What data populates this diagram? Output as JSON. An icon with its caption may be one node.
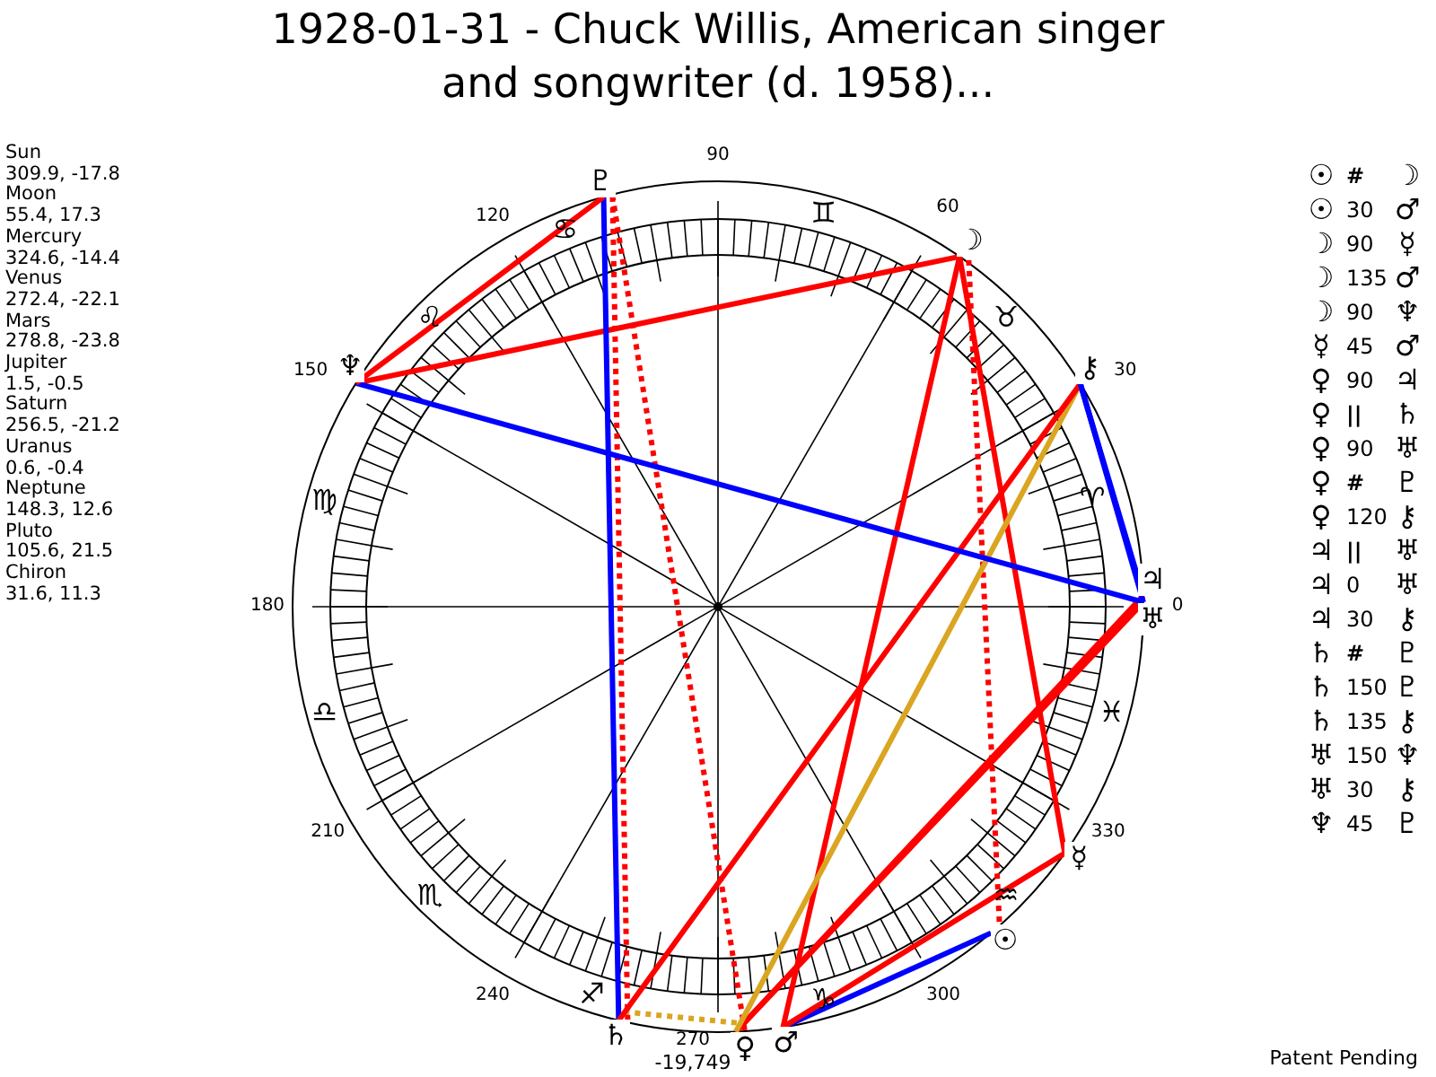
{
  "diagram": {
    "title": "1928-01-31 - Chuck Willis, American singer and songwriter (d. 1958)...",
    "nodes": [
      {
        "text": [
          "☉"
        ]
      },
      {
        "text": [
          "☽"
        ]
      },
      {
        "text": [
          "☿"
        ]
      },
      {
        "text": [
          "♀"
        ]
      },
      {
        "text": [
          "♂"
        ]
      },
      {
        "text": [
          "♃"
        ]
      },
      {
        "text": [
          "♄"
        ]
      },
      {
        "text": [
          "♅"
        ]
      },
      {
        "text": [
          "♆"
        ]
      },
      {
        "text": [
          "♇"
        ]
      },
      {
        "text": [
          "⚷"
        ]
      }
    ],
    "edges": [
      {
        "from": 0,
        "to": 1,
        "arrow": "none",
        "style": "dashed"
      },
      {
        "from": 0,
        "to": 4,
        "arrow": "none",
        "color": "#0000ff"
      },
      {
        "from": 1,
        "to": 2,
        "arrow": "none"
      },
      {
        "from": 1,
        "to": 4,
        "arrow": "none"
      },
      {
        "from": 1,
        "to": 8,
        "arrow": "none"
      },
      {
        "from": 2,
        "to": 4,
        "arrow": "none"
      },
      {
        "from": 3,
        "to": 5,
        "arrow": "none"
      },
      {
        "from": 3,
        "to": 6,
        "arrow": "none",
        "style": "dashed",
        "color": "#daa520"
      },
      {
        "from": 3,
        "to": 7,
        "arrow": "none"
      },
      {
        "from": 3,
        "to": 9,
        "arrow": "none",
        "style": "dashed"
      },
      {
        "from": 3,
        "to": 10,
        "arrow": "none",
        "color": "#daa520"
      },
      {
        "from": 5,
        "to": 10,
        "arrow": "none",
        "color": "#0000ff"
      },
      {
        "from": 6,
        "to": 9,
        "arrow": "none",
        "style": "dashed"
      },
      {
        "from": 6,
        "to": 9,
        "arrow": "none",
        "color": "#0000ff"
      },
      {
        "from": 6,
        "to": 10,
        "arrow": "none"
      },
      {
        "from": 7,
        "to": 8,
        "arrow": "none",
        "color": "#0000ff"
      },
      {
        "from": 7,
        "to": 10,
        "arrow": "none",
        "color": "#0000ff"
      },
      {
        "from": 8,
        "to": 9,
        "arrow": "none"
      }
    ],
    "labels": [
      "Sun",
      "309.9, -17.8",
      "Moon",
      "55.4, 17.3",
      "Mercury",
      "324.6, -14.4",
      "Venus",
      "272.4, -22.1",
      "Mars",
      "278.8, -23.8",
      "Jupiter",
      "1.5, -0.5",
      "Saturn",
      "256.5, -21.2",
      "Uranus",
      "0.6, -0.4",
      "Neptune",
      "148.3, 12.6",
      "Pluto",
      "105.6, 21.5",
      "Chiron",
      "31.6, 11.3",
      "90",
      "120",
      "60",
      "150",
      "30",
      "180",
      "0",
      "210",
      "330",
      "240",
      "300",
      "270",
      "♋",
      "♊",
      "♌",
      "♉",
      "♍",
      "♈",
      "♎",
      "♓",
      "♏",
      "♒",
      "♐",
      "♑",
      "-19,749",
      "☉",
      "#",
      "☽",
      "☉",
      "30",
      "♂",
      "☽",
      "90",
      "☿",
      "☽",
      "135",
      "♂",
      "☽",
      "90",
      "♆",
      "☿",
      "45",
      "♂",
      "♀",
      "90",
      "♃",
      "♀",
      "||",
      "♄",
      "♀",
      "90",
      "♅",
      "♀",
      "#",
      "♇",
      "♀",
      "120",
      "⚷",
      "♃",
      "||",
      "♅",
      "♃",
      "0",
      "♅",
      "♃",
      "30",
      "⚷",
      "♄",
      "#",
      "♇",
      "♄",
      "150",
      "♇",
      "♄",
      "135",
      "⚷",
      "♅",
      "150",
      "♆",
      "♅",
      "30",
      "⚷",
      "♆",
      "45",
      "♇",
      "Patent Pending"
    ]
  }
}
